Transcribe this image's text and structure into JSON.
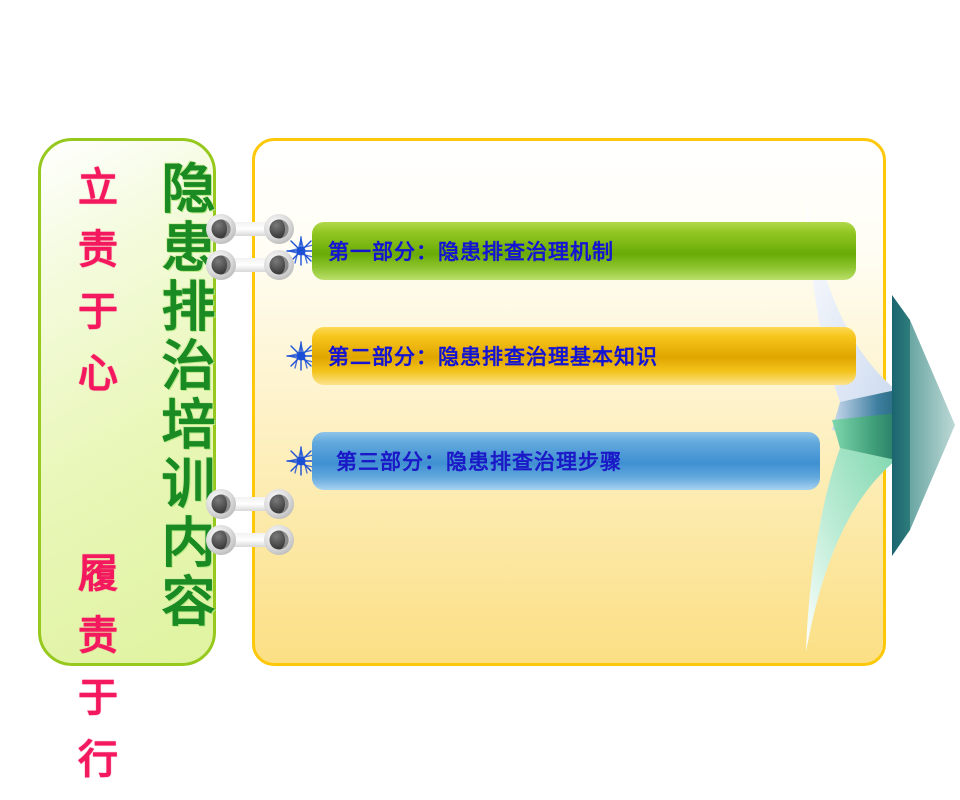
{
  "slide": {
    "left_panel": {
      "slogan": "立责于心  履责于行",
      "vertical_title": "隐患排治培训内容",
      "border_color": "#96c81e",
      "slogan_color": "#f4185f",
      "title_color": "#1a8a22"
    },
    "right_panel": {
      "border_color": "#fdc80a",
      "items": [
        {
          "label": "第一部分：隐患排查治理机制",
          "bullet_icon": "sparkle-icon",
          "bar_color": "#6aab07",
          "text_color": "#1414d2"
        },
        {
          "label": "第二部分：隐患排查治理基本知识",
          "bullet_icon": "sparkle-icon",
          "bar_color": "#e0a500",
          "text_color": "#1414d2"
        },
        {
          "label": "第三部分：隐患排查治理步骤",
          "bullet_icon": "sparkle-icon",
          "bar_color": "#3f90d2",
          "text_color": "#1b18c8"
        }
      ]
    },
    "decoration": {
      "funnel_arrow_icon": "funnel-arrow-right-icon",
      "arrow_color": "#2e7d7b",
      "upper_wing_color": "#dce6f5",
      "lower_wing_color": "#9fe0c0"
    },
    "connectors": [
      {
        "icon": "binder-ring-icon"
      },
      {
        "icon": "binder-ring-icon"
      },
      {
        "icon": "binder-ring-icon"
      },
      {
        "icon": "binder-ring-icon"
      }
    ]
  }
}
